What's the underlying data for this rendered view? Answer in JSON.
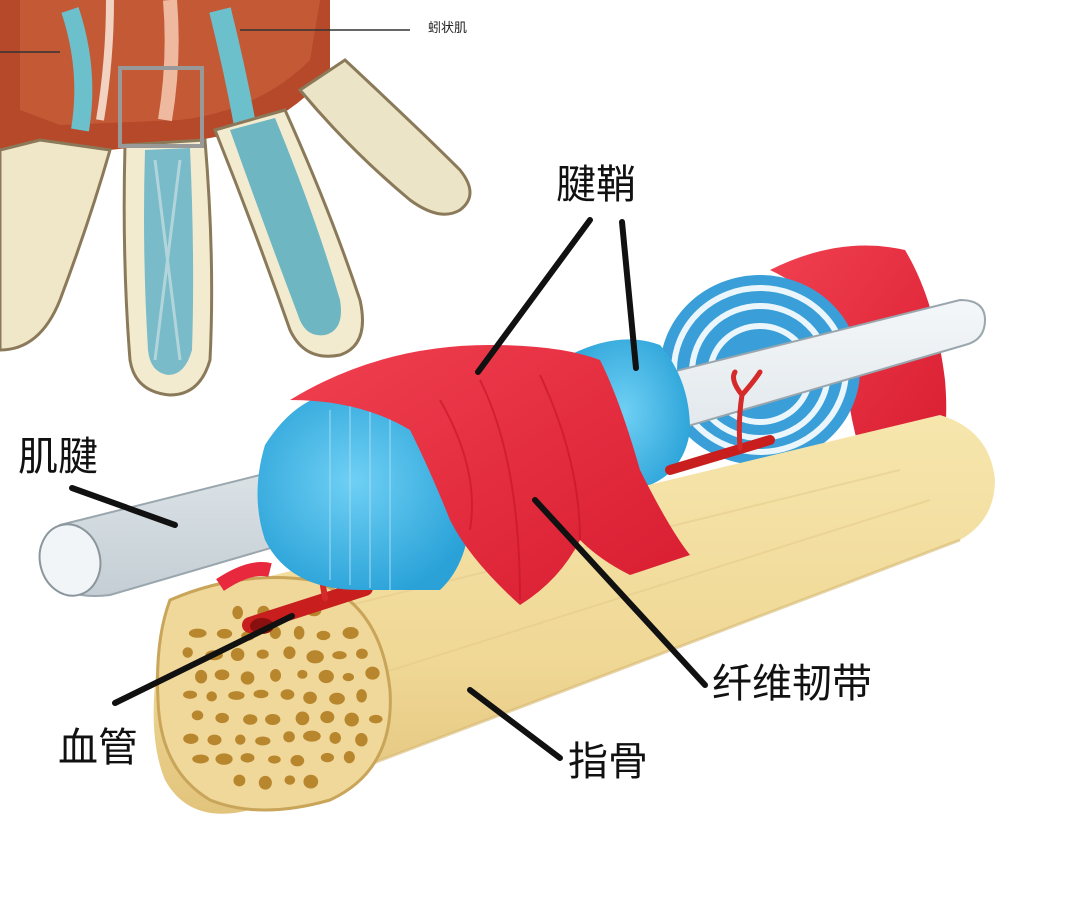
{
  "labels": {
    "lumbrical": "蚓状肌",
    "tendon_sheath": "腱鞘",
    "tendon": "肌腱",
    "fibrous_ligament": "纤维韧带",
    "blood_vessel": "血管",
    "phalanx": "指骨"
  },
  "colors": {
    "bone": "#f2dc9a",
    "bone_shade": "#d9bc6e",
    "bone_pore": "#b8862c",
    "sheath_blue": "#3cb4e6",
    "ligament_red": "#e8283c",
    "tendon_white": "#e4eaee",
    "vessel_red": "#d42a2a",
    "hand_skin": "#f0e6c8",
    "hand_muscle": "#c0502e",
    "hand_sheath": "#5fb6c8",
    "leader": "#111111"
  }
}
